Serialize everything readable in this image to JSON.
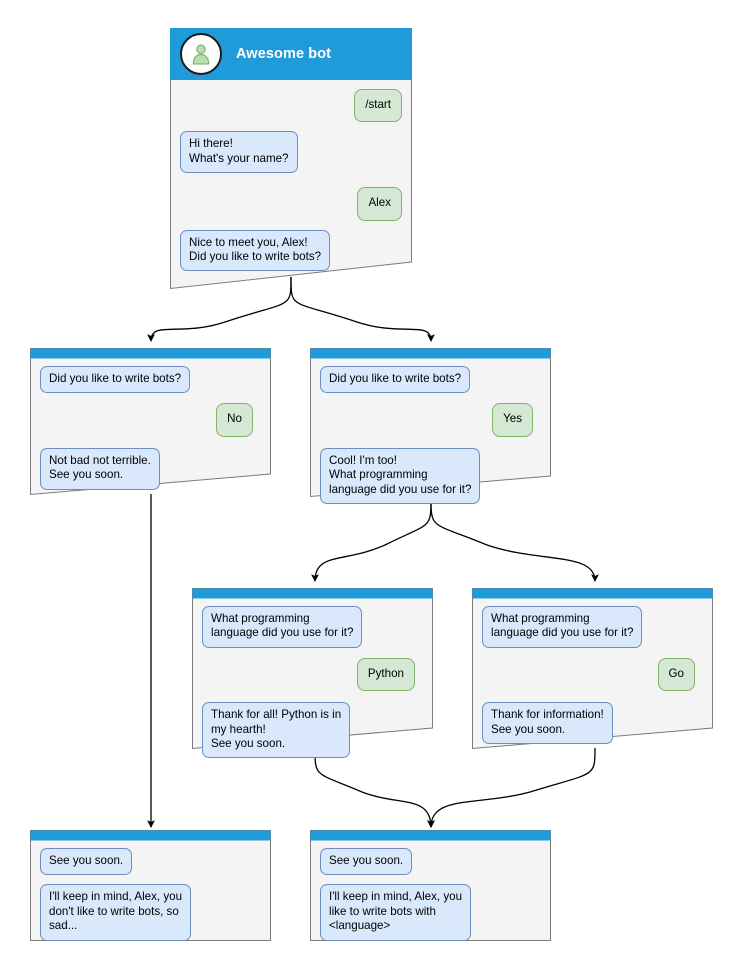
{
  "diagram": {
    "title": "Awesome bot conversation flow",
    "colors": {
      "header_blue": "#1f9bda",
      "card_body": "#f4f4f4",
      "card_border": "#7b7b7b",
      "bot_bubble_fill": "#dae8fc",
      "bot_bubble_border": "#6c8ebf",
      "user_bubble_fill": "#d5e8d4",
      "user_bubble_border": "#82b366",
      "avatar_fill": "#b8dfb0",
      "edge": "#000000"
    }
  },
  "root": {
    "title": "Awesome bot",
    "avatar_icon": "person-avatar-icon",
    "messages": [
      {
        "side": "right",
        "text": "/start"
      },
      {
        "side": "left",
        "text": "Hi there!\nWhat's your name?"
      },
      {
        "side": "right",
        "text": "Alex"
      },
      {
        "side": "left",
        "text": "Nice to meet you, Alex!\nDid you like to write bots?"
      }
    ]
  },
  "cards": [
    {
      "id": "no-branch",
      "messages": [
        {
          "side": "left",
          "text": "Did you like to write bots?"
        },
        {
          "side": "right",
          "text": "No"
        },
        {
          "side": "left",
          "text": "Not bad not terrible.\nSee you soon."
        }
      ]
    },
    {
      "id": "yes-branch",
      "messages": [
        {
          "side": "left",
          "text": "Did you like to write bots?"
        },
        {
          "side": "right",
          "text": "Yes"
        },
        {
          "side": "left",
          "text": "Cool! I'm too!\nWhat programming\nlanguage did you use for it?"
        }
      ]
    },
    {
      "id": "python-branch",
      "messages": [
        {
          "side": "left",
          "text": "What programming\nlanguage did you use for it?"
        },
        {
          "side": "right",
          "text": "Python"
        },
        {
          "side": "left",
          "text": "Thank for all! Python is in\nmy hearth!\nSee you soon."
        }
      ]
    },
    {
      "id": "go-branch",
      "messages": [
        {
          "side": "left",
          "text": "What programming\nlanguage did you use for it?"
        },
        {
          "side": "right",
          "text": "Go"
        },
        {
          "side": "left",
          "text": "Thank for information!\nSee you soon."
        }
      ]
    },
    {
      "id": "end-sad",
      "messages": [
        {
          "side": "left",
          "text": "See you soon."
        },
        {
          "side": "left",
          "text": "I'll keep in mind, Alex, you\ndon't like to write bots, so\nsad..."
        }
      ]
    },
    {
      "id": "end-happy",
      "messages": [
        {
          "side": "left",
          "text": "See you soon."
        },
        {
          "side": "left",
          "text": "I'll keep in mind, Alex, you\nlike to write bots with\n<language>"
        }
      ]
    }
  ]
}
